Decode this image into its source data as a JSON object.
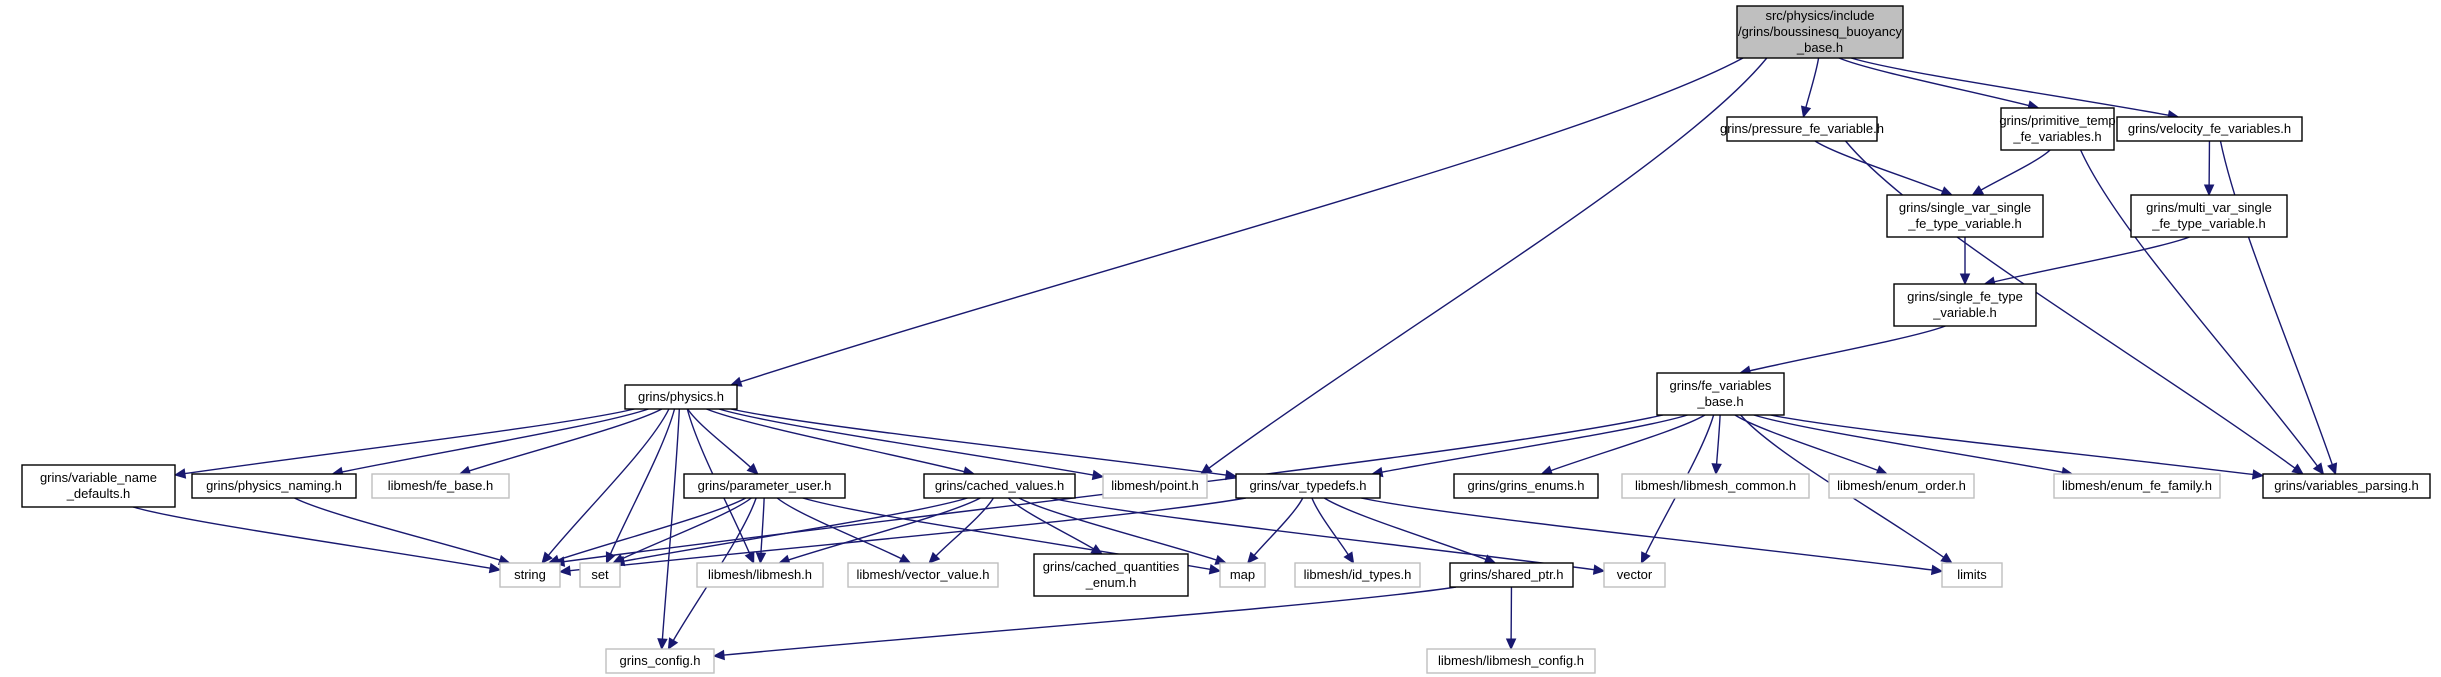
{
  "graph": {
    "nodes": [
      {
        "id": "root",
        "lines": [
          "src/physics/include",
          "/grins/boussinesq_buoyancy",
          "_base.h"
        ],
        "kind": "root"
      },
      {
        "id": "pressure",
        "lines": [
          "grins/pressure_fe_variable.h"
        ],
        "kind": "doc"
      },
      {
        "id": "primtemp",
        "lines": [
          "grins/primitive_temp",
          "_fe_variables.h"
        ],
        "kind": "doc"
      },
      {
        "id": "velocity",
        "lines": [
          "grins/velocity_fe_variables.h"
        ],
        "kind": "doc"
      },
      {
        "id": "ssvar",
        "lines": [
          "grins/single_var_single",
          "_fe_type_variable.h"
        ],
        "kind": "doc"
      },
      {
        "id": "multivar",
        "lines": [
          "grins/multi_var_single",
          "_fe_type_variable.h"
        ],
        "kind": "doc"
      },
      {
        "id": "sfetype",
        "lines": [
          "grins/single_fe_type",
          "_variable.h"
        ],
        "kind": "doc"
      },
      {
        "id": "fevars",
        "lines": [
          "grins/fe_variables",
          "_base.h"
        ],
        "kind": "doc"
      },
      {
        "id": "physics",
        "lines": [
          "grins/physics.h"
        ],
        "kind": "doc"
      },
      {
        "id": "varname",
        "lines": [
          "grins/variable_name",
          "_defaults.h"
        ],
        "kind": "doc"
      },
      {
        "id": "physnaming",
        "lines": [
          "grins/physics_naming.h"
        ],
        "kind": "doc"
      },
      {
        "id": "febase",
        "lines": [
          "libmesh/fe_base.h"
        ],
        "kind": "ext"
      },
      {
        "id": "paramuser",
        "lines": [
          "grins/parameter_user.h"
        ],
        "kind": "doc"
      },
      {
        "id": "cached",
        "lines": [
          "grins/cached_values.h"
        ],
        "kind": "doc"
      },
      {
        "id": "point",
        "lines": [
          "libmesh/point.h"
        ],
        "kind": "ext"
      },
      {
        "id": "vartypedefs",
        "lines": [
          "grins/var_typedefs.h"
        ],
        "kind": "doc"
      },
      {
        "id": "enums",
        "lines": [
          "grins/grins_enums.h"
        ],
        "kind": "doc"
      },
      {
        "id": "lmcommon",
        "lines": [
          "libmesh/libmesh_common.h"
        ],
        "kind": "ext"
      },
      {
        "id": "enumorder",
        "lines": [
          "libmesh/enum_order.h"
        ],
        "kind": "ext"
      },
      {
        "id": "enumfamily",
        "lines": [
          "libmesh/enum_fe_family.h"
        ],
        "kind": "ext"
      },
      {
        "id": "varparsing",
        "lines": [
          "grins/variables_parsing.h"
        ],
        "kind": "doc"
      },
      {
        "id": "string",
        "lines": [
          "string"
        ],
        "kind": "ext"
      },
      {
        "id": "set",
        "lines": [
          "set"
        ],
        "kind": "ext"
      },
      {
        "id": "libmesh",
        "lines": [
          "libmesh/libmesh.h"
        ],
        "kind": "ext"
      },
      {
        "id": "vecvalue",
        "lines": [
          "libmesh/vector_value.h"
        ],
        "kind": "ext"
      },
      {
        "id": "cqenum",
        "lines": [
          "grins/cached_quantities",
          "_enum.h"
        ],
        "kind": "doc"
      },
      {
        "id": "map",
        "lines": [
          "map"
        ],
        "kind": "ext"
      },
      {
        "id": "idtypes",
        "lines": [
          "libmesh/id_types.h"
        ],
        "kind": "ext"
      },
      {
        "id": "sharedptr",
        "lines": [
          "grins/shared_ptr.h"
        ],
        "kind": "doc"
      },
      {
        "id": "vector",
        "lines": [
          "vector"
        ],
        "kind": "ext"
      },
      {
        "id": "limits",
        "lines": [
          "limits"
        ],
        "kind": "ext"
      },
      {
        "id": "grinsconfig",
        "lines": [
          "grins_config.h"
        ],
        "kind": "ext"
      },
      {
        "id": "lmconfig",
        "lines": [
          "libmesh/libmesh_config.h"
        ],
        "kind": "ext"
      }
    ],
    "edges": [
      [
        "root",
        "physics"
      ],
      [
        "root",
        "point"
      ],
      [
        "root",
        "pressure"
      ],
      [
        "root",
        "primtemp"
      ],
      [
        "root",
        "velocity"
      ],
      [
        "pressure",
        "ssvar"
      ],
      [
        "pressure",
        "varparsing"
      ],
      [
        "primtemp",
        "ssvar"
      ],
      [
        "primtemp",
        "varparsing"
      ],
      [
        "velocity",
        "multivar"
      ],
      [
        "velocity",
        "varparsing"
      ],
      [
        "ssvar",
        "sfetype"
      ],
      [
        "multivar",
        "sfetype"
      ],
      [
        "sfetype",
        "fevars"
      ],
      [
        "fevars",
        "string"
      ],
      [
        "fevars",
        "vartypedefs"
      ],
      [
        "fevars",
        "vector"
      ],
      [
        "fevars",
        "enums"
      ],
      [
        "fevars",
        "lmcommon"
      ],
      [
        "fevars",
        "enumorder"
      ],
      [
        "fevars",
        "enumfamily"
      ],
      [
        "fevars",
        "varparsing"
      ],
      [
        "fevars",
        "limits"
      ],
      [
        "physics",
        "grinsconfig"
      ],
      [
        "physics",
        "varname"
      ],
      [
        "physics",
        "physnaming"
      ],
      [
        "physics",
        "febase"
      ],
      [
        "physics",
        "string"
      ],
      [
        "physics",
        "set"
      ],
      [
        "physics",
        "paramuser"
      ],
      [
        "physics",
        "libmesh"
      ],
      [
        "physics",
        "cached"
      ],
      [
        "physics",
        "point"
      ],
      [
        "physics",
        "vartypedefs"
      ],
      [
        "varname",
        "string"
      ],
      [
        "physnaming",
        "string"
      ],
      [
        "paramuser",
        "string"
      ],
      [
        "paramuser",
        "set"
      ],
      [
        "paramuser",
        "libmesh"
      ],
      [
        "paramuser",
        "vecvalue"
      ],
      [
        "paramuser",
        "map"
      ],
      [
        "paramuser",
        "grinsconfig"
      ],
      [
        "cached",
        "set"
      ],
      [
        "cached",
        "libmesh"
      ],
      [
        "cached",
        "vecvalue"
      ],
      [
        "cached",
        "cqenum"
      ],
      [
        "cached",
        "map"
      ],
      [
        "cached",
        "vector"
      ],
      [
        "vartypedefs",
        "string"
      ],
      [
        "vartypedefs",
        "map"
      ],
      [
        "vartypedefs",
        "idtypes"
      ],
      [
        "vartypedefs",
        "sharedptr"
      ],
      [
        "vartypedefs",
        "limits"
      ],
      [
        "sharedptr",
        "grinsconfig"
      ],
      [
        "sharedptr",
        "lmconfig"
      ]
    ]
  }
}
